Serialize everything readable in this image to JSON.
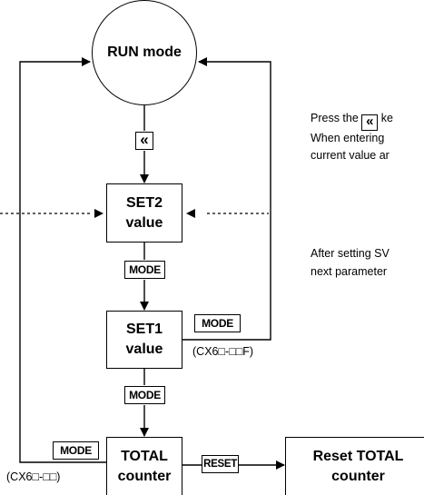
{
  "nodes": {
    "run_mode": "RUN mode",
    "set2": "SET2\nvalue",
    "set1": "SET1\nvalue",
    "total": "TOTAL\ncounter",
    "reset_total": "Reset TOTAL\ncounter"
  },
  "keys": {
    "mode": "MODE",
    "reset": "RESET",
    "left": "«"
  },
  "model_labels": {
    "set1_model": "(CX6□-□□F)",
    "total_model": "(CX6□-□□)"
  },
  "notes": {
    "note1_line1_prefix": "Press the",
    "note1_line1_suffix": "ke",
    "note1_line2": "When entering",
    "note1_line3": "current value ar",
    "note2_line1": "After setting SV",
    "note2_line2": "next parameter"
  }
}
